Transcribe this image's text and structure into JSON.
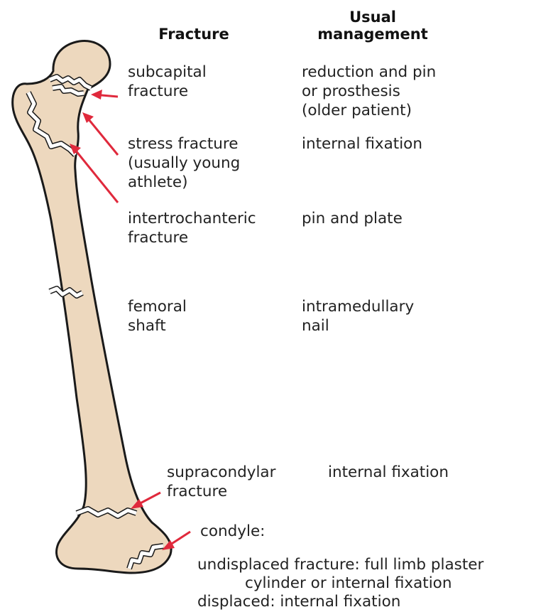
{
  "headers": {
    "fracture": "Fracture",
    "management": "Usual\nmanagement"
  },
  "rows": [
    {
      "fracture": "subcapital\nfracture",
      "management": "reduction and pin\nor prosthesis\n(older patient)"
    },
    {
      "fracture": "stress fracture\n(usually young\nathlete)",
      "management": "internal fixation"
    },
    {
      "fracture": "intertrochanteric\nfracture",
      "management": "pin and plate"
    },
    {
      "fracture": "femoral\nshaft",
      "management": "intramedullary\nnail"
    },
    {
      "fracture": "supracondylar\nfracture",
      "management": "internal fixation"
    }
  ],
  "condyle": {
    "label": "condyle:",
    "undisplaced_line1": "undisplaced fracture: full limb plaster",
    "undisplaced_line2": "cylinder or internal fixation",
    "displaced": "displaced: internal fixation"
  },
  "colors": {
    "bone_fill": "#edd8be",
    "bone_outline": "#1a1a1a",
    "arrow": "#e0293c"
  }
}
